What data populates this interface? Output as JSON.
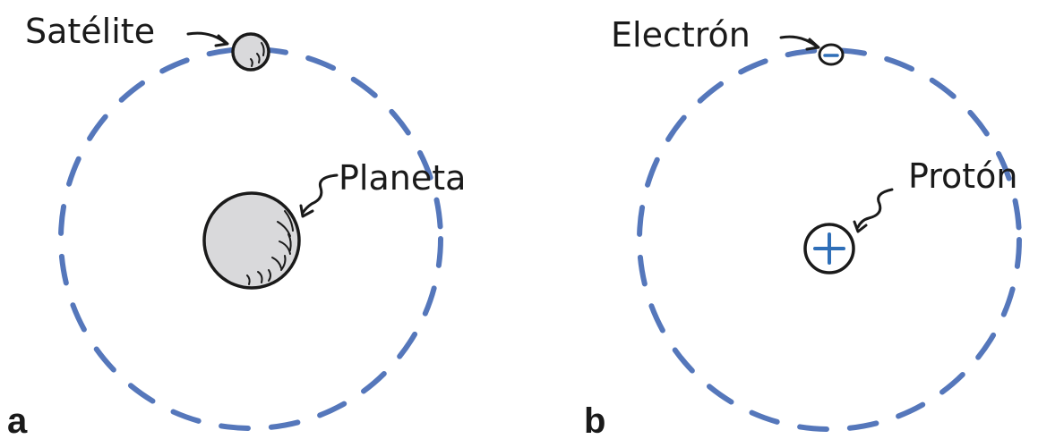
{
  "panel_a": {
    "letter": "a",
    "satellite_label": "Satélite",
    "planet_label": "Planeta"
  },
  "panel_b": {
    "letter": "b",
    "electron_label": "Electrón",
    "proton_label": "Protón",
    "electron_symbol": "−",
    "proton_symbol": "+"
  },
  "colors": {
    "orbit": "#5577bb",
    "ink": "#1a1a1a",
    "body_fill": "#d9d9db",
    "charge_blue": "#2f6fb8"
  }
}
